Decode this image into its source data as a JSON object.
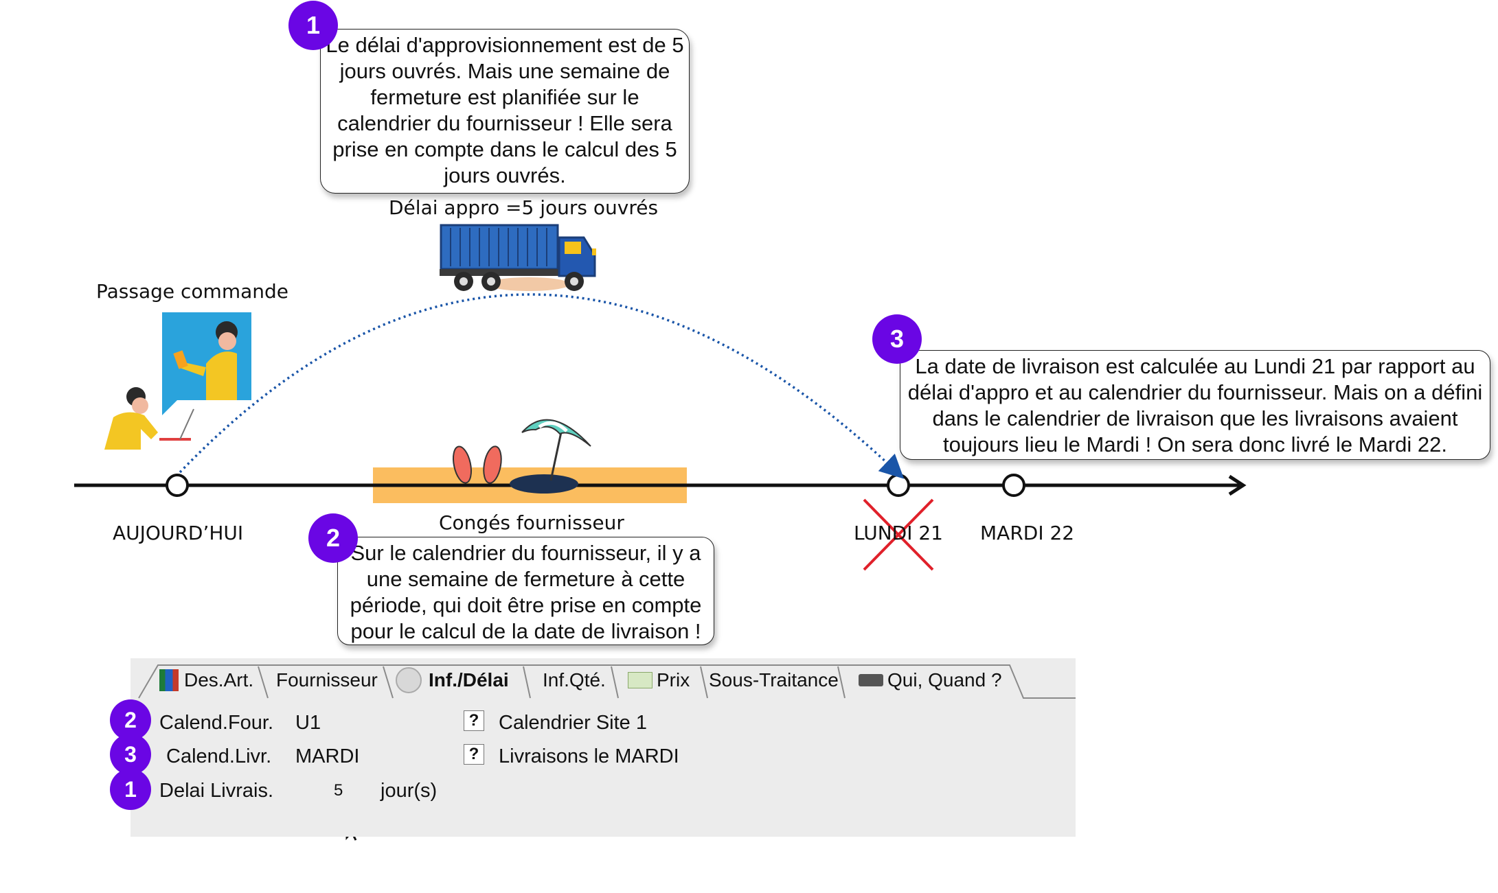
{
  "callouts": {
    "c1": {
      "number": "1",
      "text": "Le délai d'approvisionnement est de 5 jours ouvrés. Mais une semaine de fermeture est planifiée sur le calendrier du fournisseur ! Elle sera prise en compte dans le calcul des 5 jours ouvrés."
    },
    "c2": {
      "number": "2",
      "text": "Sur le calendrier du fournisseur, il y a une semaine de fermeture à cette période, qui doit être prise en compte pour le calcul de la date de livraison !"
    },
    "c3": {
      "number": "3",
      "text": "La date de livraison est calculée au Lundi 21 par rapport au délai d'appro et au calendrier du fournisseur. Mais on a défini dans le calendrier de livraison que les livraisons avaient toujours lieu le Mardi ! On sera donc livré le Mardi 22."
    }
  },
  "timeline": {
    "delay_label": "Délai appro =5 jours ouvrés",
    "order_label": "Passage commande",
    "today_label": "AUJOURD’HUI",
    "holiday_label": "Congés fournisseur",
    "monday_label": "LUNDI 21",
    "tuesday_label": "MARDI 22"
  },
  "tabs": [
    {
      "label": "Des.Art.",
      "icon": "book-icon"
    },
    {
      "label": "Fournisseur",
      "icon": ""
    },
    {
      "label": "Inf./Délai",
      "icon": "clock-icon"
    },
    {
      "label": "Inf.Qté.",
      "icon": ""
    },
    {
      "label": "Prix",
      "icon": "money-icon"
    },
    {
      "label": "Sous-Traitance",
      "icon": ""
    },
    {
      "label": "Qui, Quand ?",
      "icon": "keyboard-icon"
    }
  ],
  "form": {
    "calend_four": {
      "badge": "2",
      "label": "Calend.Four.",
      "value": "U1",
      "help": "?",
      "desc": "Calendrier Site 1"
    },
    "calend_livr": {
      "badge": "3",
      "label": "Calend.Livr.",
      "value": "MARDI",
      "help": "?",
      "desc": "Livraisons le MARDI"
    },
    "delai_livrais": {
      "badge": "1",
      "label": "Delai Livrais.",
      "value": "5",
      "unit": "jour(s)"
    }
  },
  "colors": {
    "badge": "#6a06e4",
    "holiday_bar": "#fbbd5f",
    "arc": "#1a55a8",
    "cross": "#e0202a"
  }
}
